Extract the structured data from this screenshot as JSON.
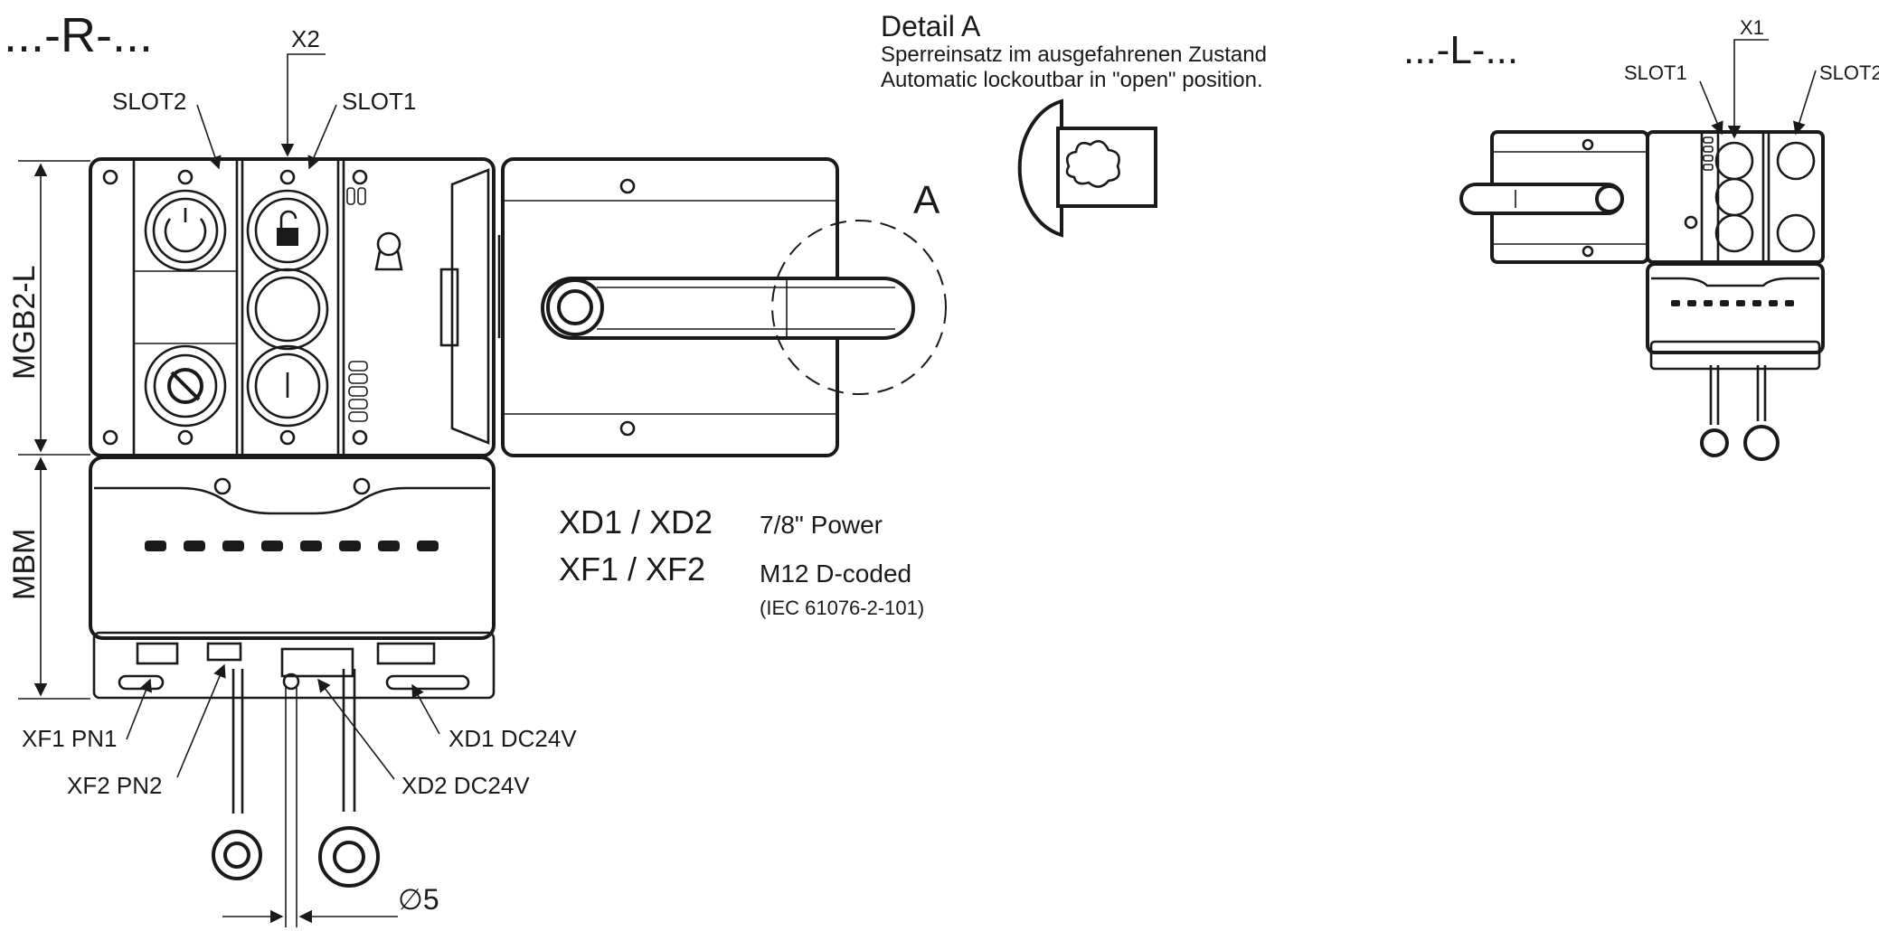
{
  "variant_right": "...-R-...",
  "variant_left": "...-L-...",
  "detail": {
    "title": "Detail A",
    "line_de": "Sperreinsatz im ausgefahrenen Zustand",
    "line_en": "Automatic lockoutbar in \"open\" position."
  },
  "detail_marker": "A",
  "slots_right": {
    "slot1": "SLOT1",
    "slot2": "SLOT2",
    "connector": "X2"
  },
  "slots_left": {
    "slot1": "SLOT1",
    "slot2": "SLOT2",
    "connector": "X1"
  },
  "dimensions": {
    "mgb": "MGB2-L",
    "mbm": "MBM",
    "diameter": "∅5"
  },
  "legend": {
    "row1_code": "XD1 / XD2",
    "row1_desc": "7/8\" Power",
    "row2_code": "XF1 / XF2",
    "row2_desc": "M12 D-coded",
    "row2_note": "(IEC 61076-2-101)"
  },
  "connectors": {
    "xf1": "XF1 PN1",
    "xf2": "XF2 PN2",
    "xd1": "XD1 DC24V",
    "xd2": "XD2 DC24V"
  }
}
